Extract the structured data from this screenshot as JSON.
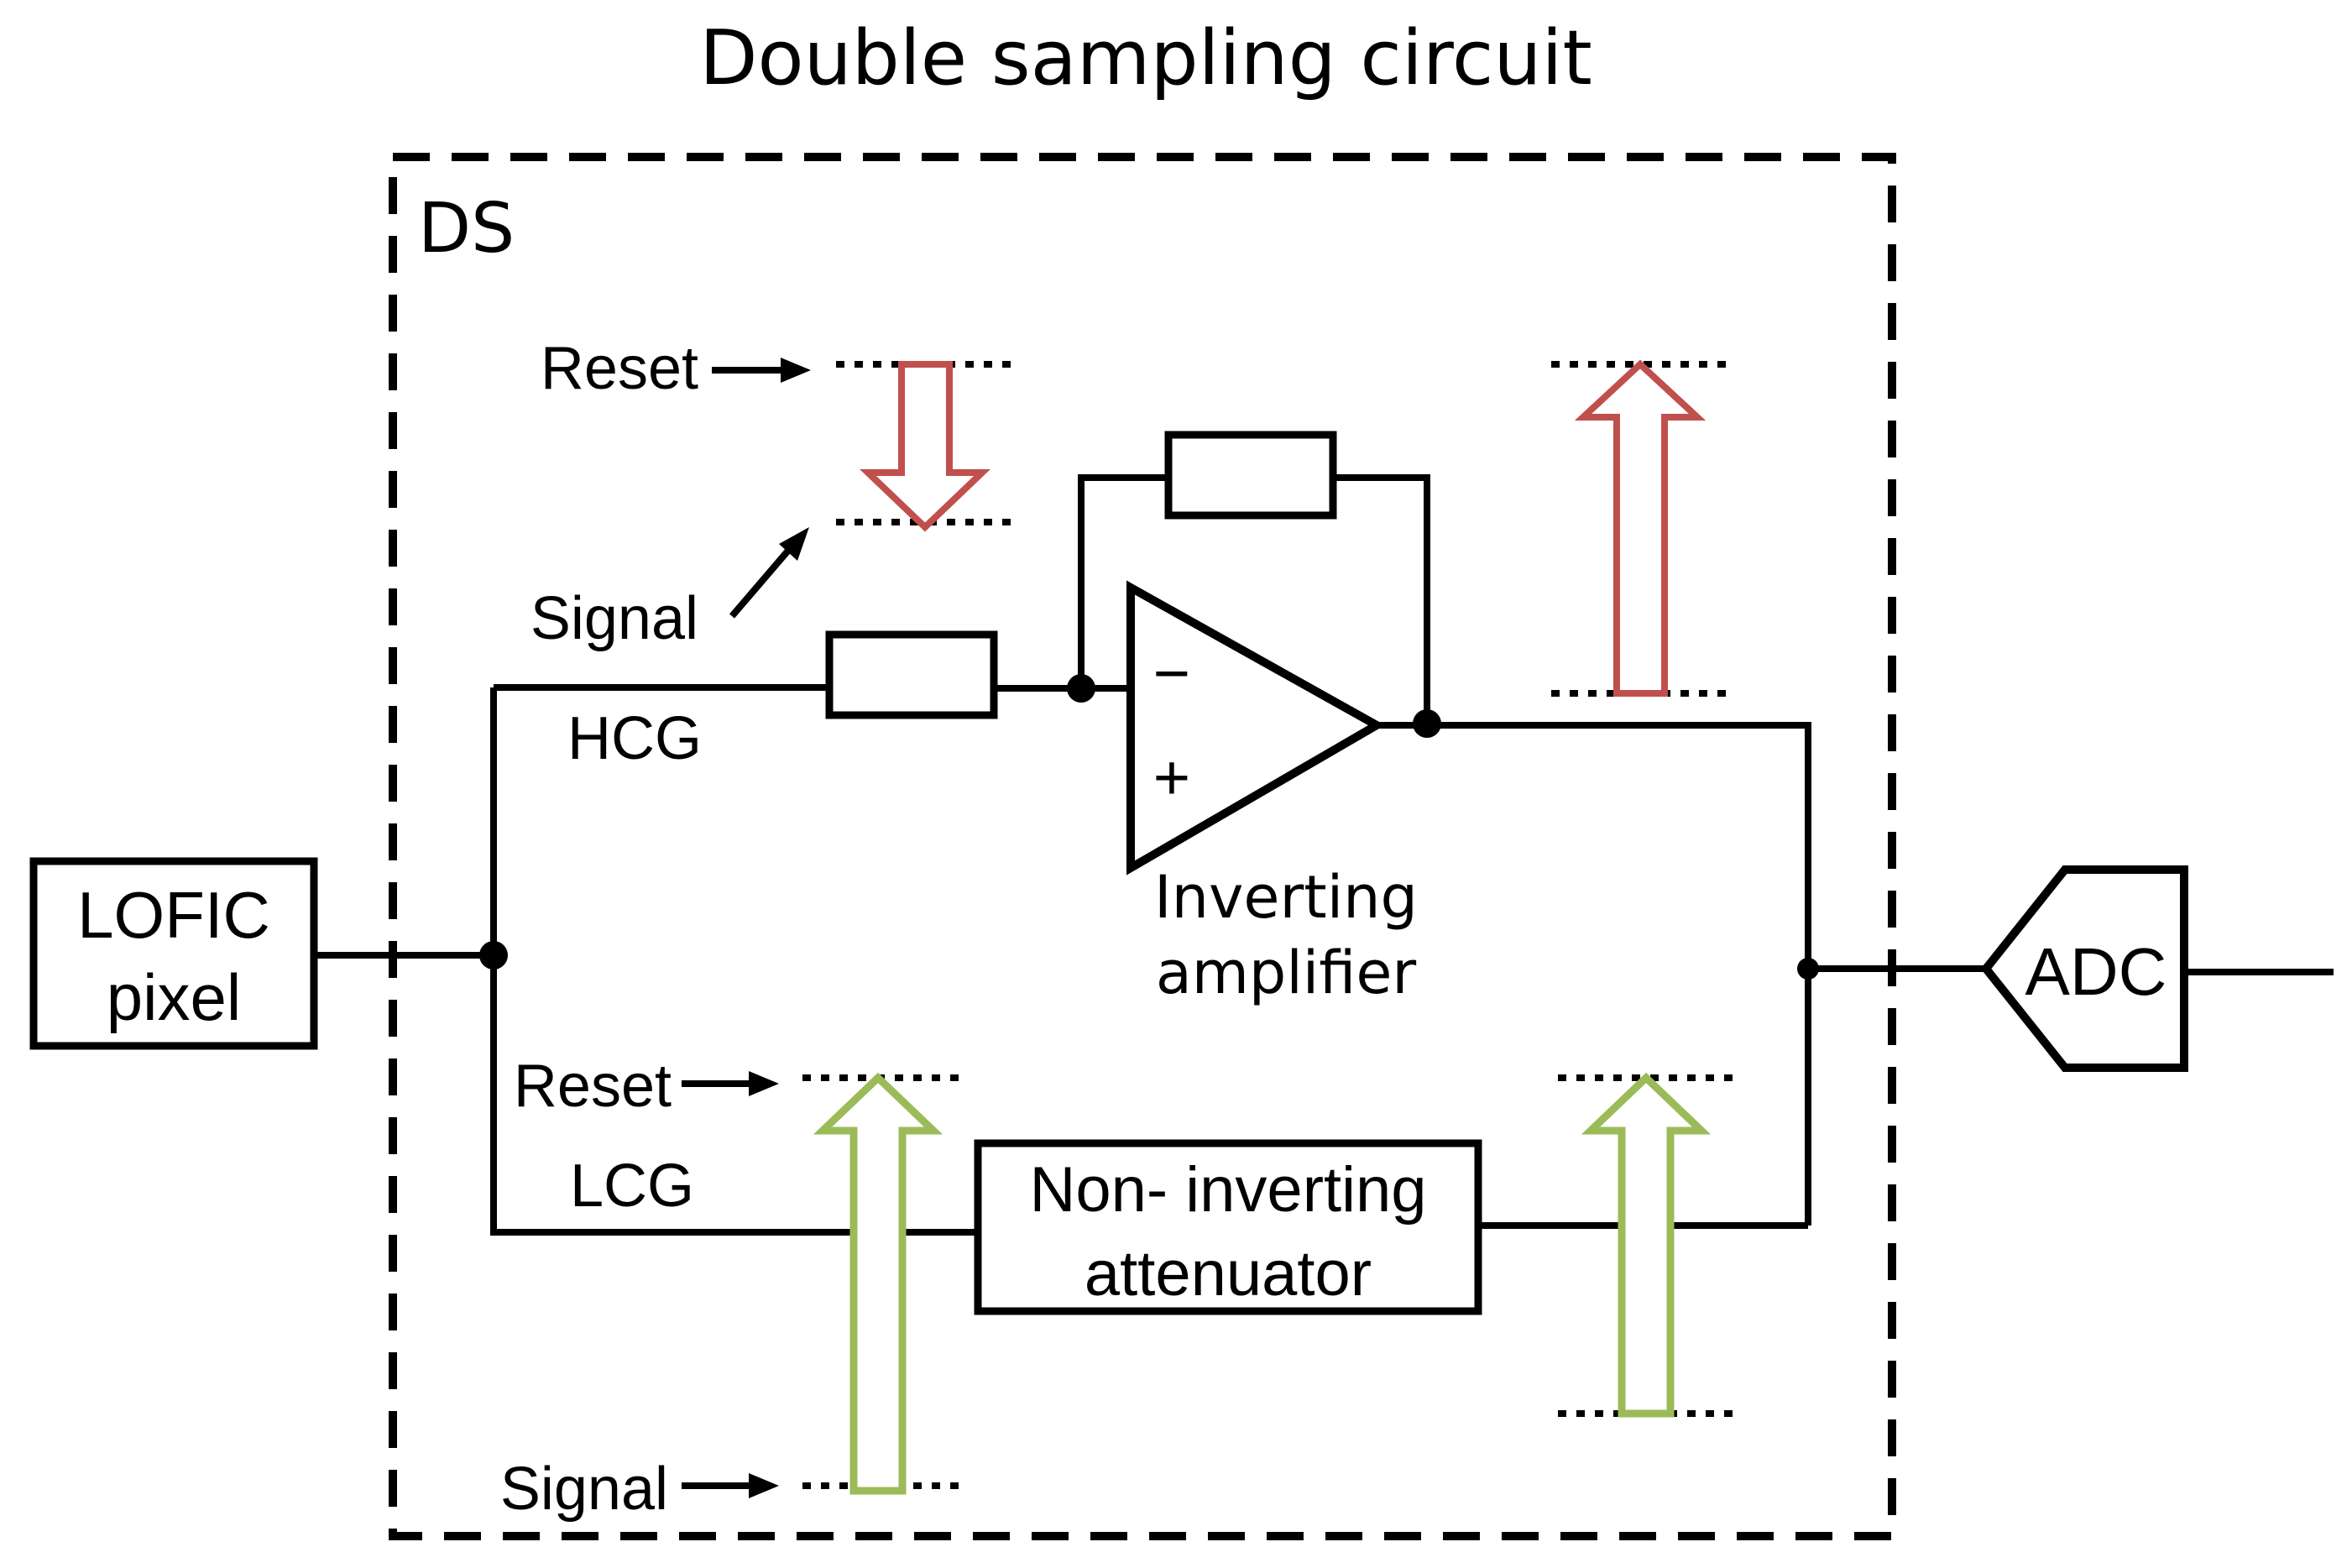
{
  "title": "Double sampling circuit",
  "ds_label": "DS",
  "lofic": {
    "line1": "LOFIC",
    "line2": "pixel"
  },
  "hcg": {
    "reset_label": "Reset",
    "signal_label": "Signal",
    "branch_label": "HCG"
  },
  "lcg": {
    "reset_label": "Reset",
    "signal_label": "Signal",
    "branch_label": "LCG"
  },
  "amplifier": {
    "minus": "−",
    "plus": "+",
    "line1": "Inverting",
    "line2": "amplifier"
  },
  "attenuator": {
    "line1": "Non- inverting",
    "line2": "attenuator"
  },
  "adc_label": "ADC",
  "colors": {
    "hcg_arrow": "#c0504d",
    "lcg_arrow": "#9bbb59",
    "line": "#000000"
  }
}
